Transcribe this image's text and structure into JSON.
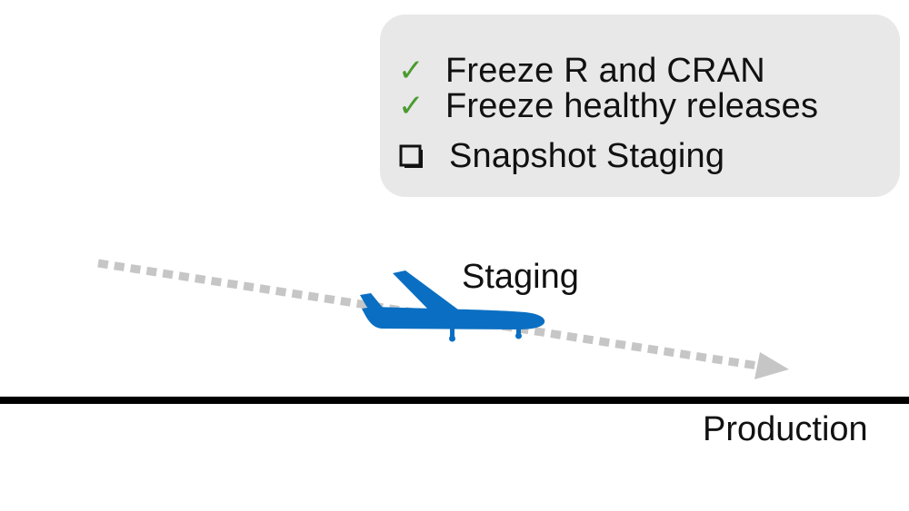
{
  "checklist": {
    "items": [
      {
        "label": "Freeze R and CRAN",
        "state": "checked"
      },
      {
        "label": "Freeze healthy releases",
        "state": "checked"
      },
      {
        "label": "Snapshot Staging",
        "state": "unchecked"
      }
    ],
    "check_glyph": "✓",
    "check_color": "#4a9b2e",
    "box_color": "#e8e8e8"
  },
  "diagram": {
    "staging_label": "Staging",
    "production_label": "Production",
    "plane_icon": "airplane-icon",
    "plane_color": "#0a6fc2",
    "flight_path_color": "#c6c6c6",
    "ground_line_color": "#000000"
  }
}
